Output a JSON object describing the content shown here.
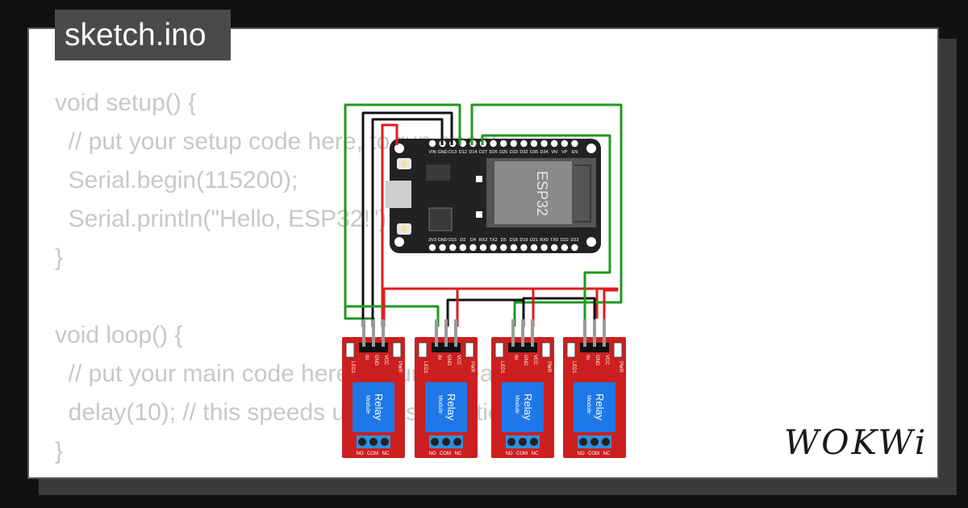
{
  "title": "sketch.ino",
  "code_lines": [
    "void setup() {",
    "  // put your setup code here, to run once:",
    "  Serial.begin(115200);",
    "  Serial.println(\"Hello, ESP32!\");",
    "}",
    "",
    "void loop() {",
    "  // put your main code here, to run repeatedly:",
    "  delay(10); // this speeds up the simulation",
    "}"
  ],
  "esp32": {
    "chip_label": "ESP32",
    "top_pins": [
      "VIN",
      "GND",
      "D13",
      "D12",
      "D14",
      "D27",
      "D26",
      "D25",
      "D33",
      "D32",
      "D35",
      "D34",
      "VN",
      "VP",
      "EN"
    ],
    "bottom_pins": [
      "3V3",
      "GND",
      "D15",
      "D2",
      "D4",
      "RX2",
      "TX2",
      "D5",
      "D18",
      "D19",
      "D21",
      "RX0",
      "TX0",
      "D22",
      "D23"
    ]
  },
  "relay": {
    "label_main": "Relay",
    "label_sub": "Module",
    "pin_in": "IN",
    "pin_gnd": "GND",
    "pin_vcc": "VCC",
    "led_label": "LED1",
    "pwr_label": "PWR",
    "no": "NO",
    "com": "COM",
    "nc": "NC"
  },
  "logo": "WOKWi",
  "colors": {
    "relay_board": "#cc1f1f",
    "relay_body": "#1e78e8",
    "esp_board": "#222222",
    "wire_green": "#1e9a1e",
    "wire_red": "#e01c1c",
    "wire_black": "#111111"
  }
}
